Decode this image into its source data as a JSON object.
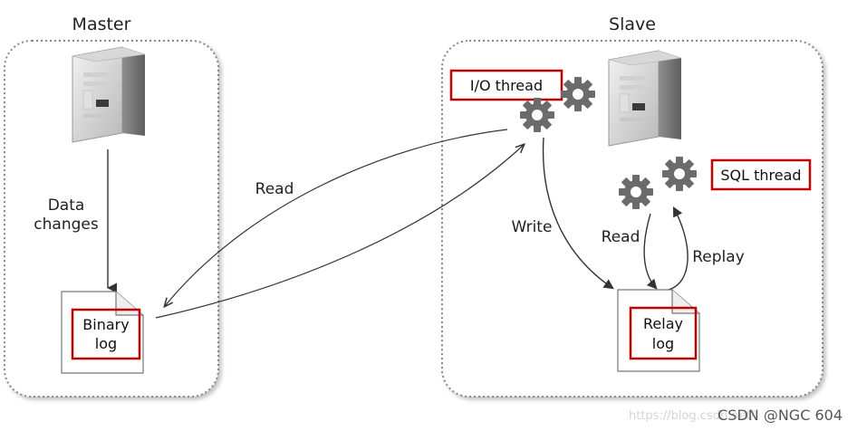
{
  "master": {
    "title": "Master",
    "data_changes": [
      "Data",
      "changes"
    ],
    "binary_log": [
      "Binary",
      "log"
    ]
  },
  "slave": {
    "title": "Slave",
    "io_thread": "I/O thread",
    "sql_thread": "SQL thread",
    "relay_log": [
      "Relay",
      "log"
    ]
  },
  "edges": {
    "read_master": "Read",
    "write": "Write",
    "read_slave": "Read",
    "replay": "Replay"
  },
  "watermark": {
    "url": "https://blog.csdn.net/",
    "author": "CSDN @NGC 604"
  },
  "colors": {
    "highlight": "#c00000",
    "border": "#888888",
    "gear": "#6b6b6b"
  }
}
